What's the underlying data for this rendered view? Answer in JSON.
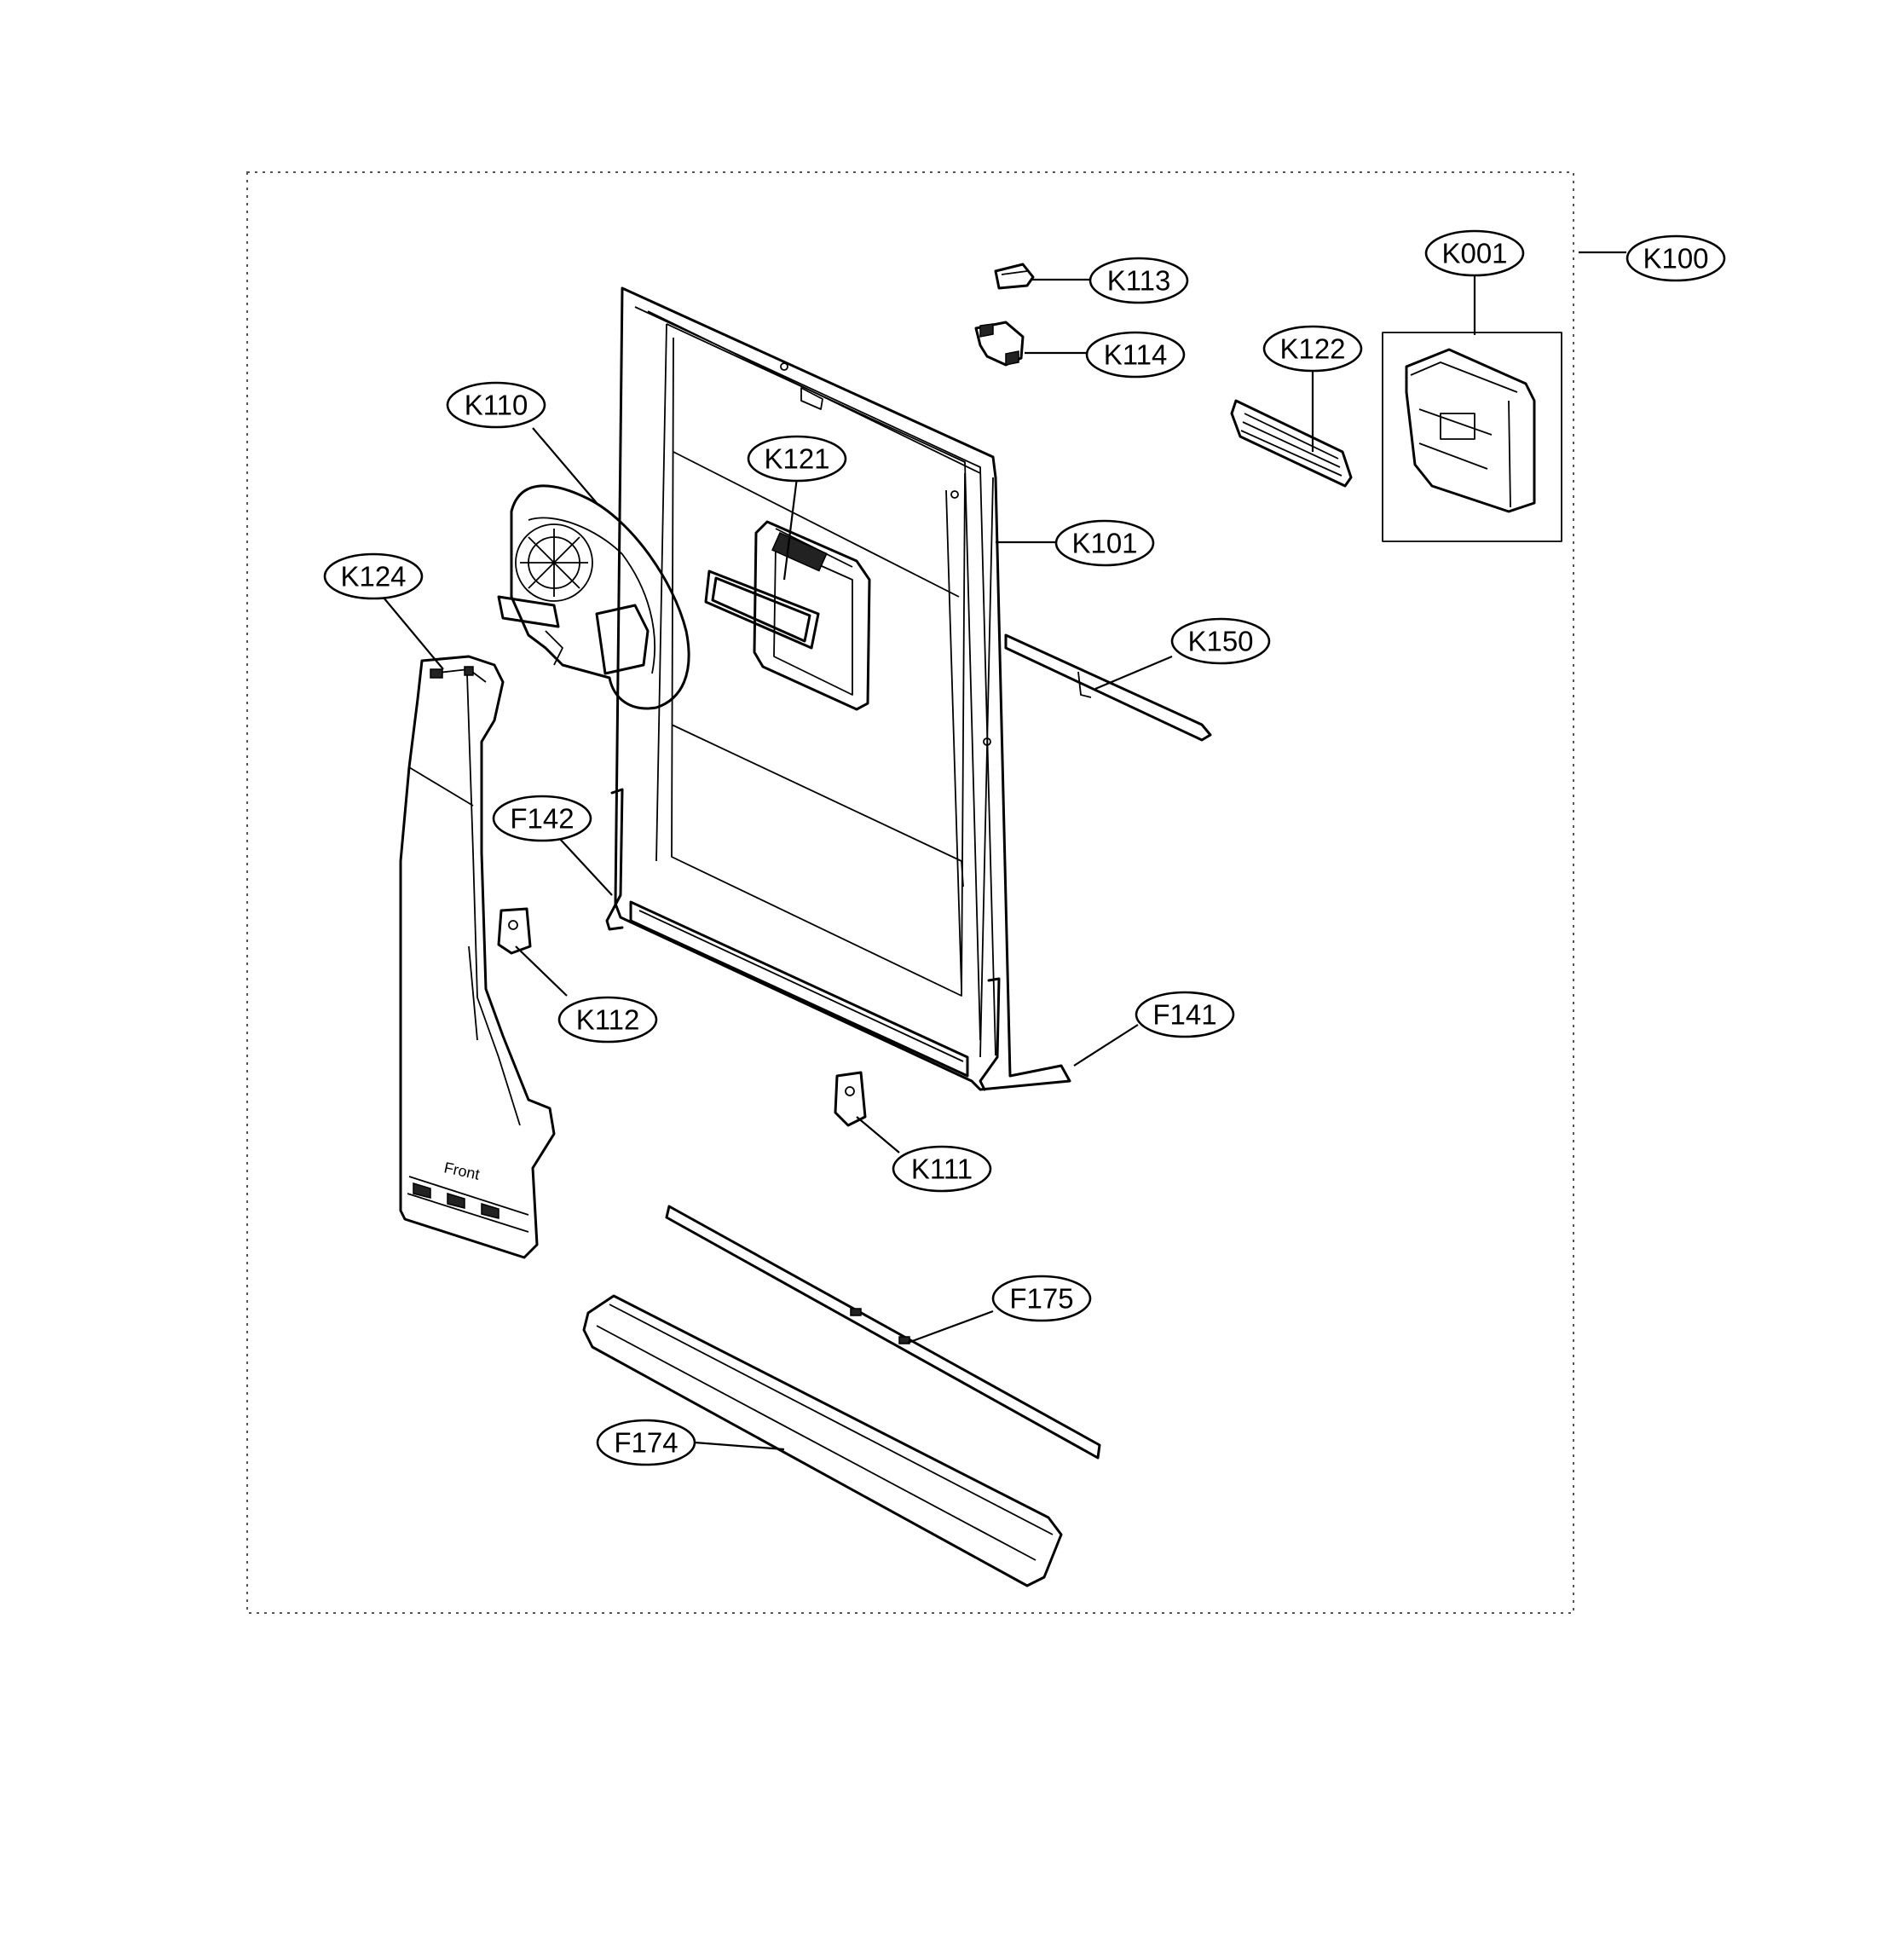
{
  "diagram": {
    "callouts": [
      {
        "id": "K001"
      },
      {
        "id": "K100"
      },
      {
        "id": "K113"
      },
      {
        "id": "K114"
      },
      {
        "id": "K122"
      },
      {
        "id": "K110"
      },
      {
        "id": "K121"
      },
      {
        "id": "K101"
      },
      {
        "id": "K124"
      },
      {
        "id": "K150"
      },
      {
        "id": "F142"
      },
      {
        "id": "K112"
      },
      {
        "id": "F141"
      },
      {
        "id": "K111"
      },
      {
        "id": "F175"
      },
      {
        "id": "F174"
      }
    ],
    "duct_text": "Front",
    "line_color": "#000000",
    "background": "#ffffff"
  }
}
